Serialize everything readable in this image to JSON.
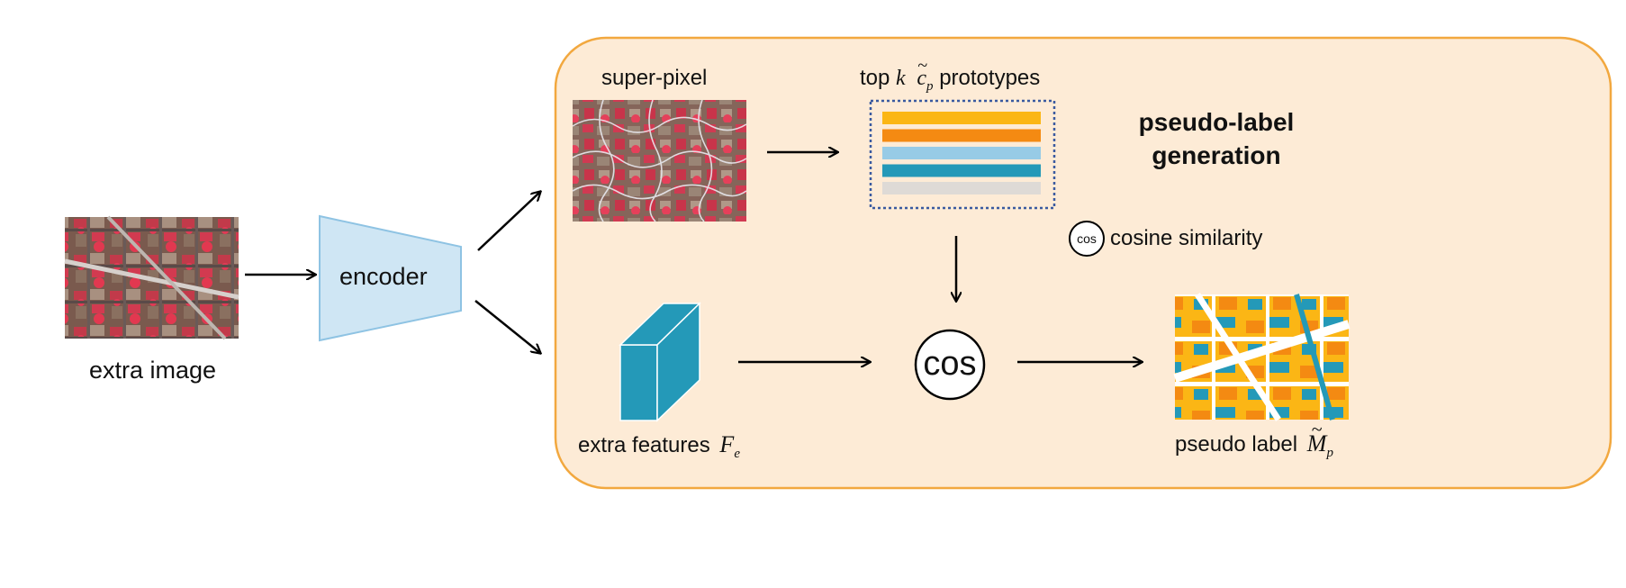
{
  "input": {
    "label": "extra image"
  },
  "encoder": {
    "label": "encoder"
  },
  "panel": {
    "title_line1": "pseudo-label",
    "title_line2": "generation",
    "colors": {
      "fill": "#fdebd6",
      "stroke": "#f2a83f"
    }
  },
  "superpixel": {
    "label": "super-pixel"
  },
  "prototypes": {
    "label_prefix": "top",
    "k_symbol": "k",
    "c_symbol": "c",
    "c_accent": "~",
    "c_subscript": "p",
    "label_suffix": "prototypes",
    "bar_colors": [
      "#fbb615",
      "#f48a12",
      "#97cbe6",
      "#2499b8",
      "#dedad6"
    ]
  },
  "features": {
    "label": "extra features",
    "symbol": "F",
    "subscript": "e",
    "color": "#2499b8"
  },
  "cos_node": {
    "text": "cos"
  },
  "legend": {
    "icon_text": "cos",
    "label": "cosine similarity"
  },
  "output": {
    "label": "pseudo label",
    "symbol": "M",
    "accent": "~",
    "subscript": "p",
    "colors": [
      "#f48a12",
      "#fbb615",
      "#2499b8",
      "#ffffff"
    ]
  }
}
